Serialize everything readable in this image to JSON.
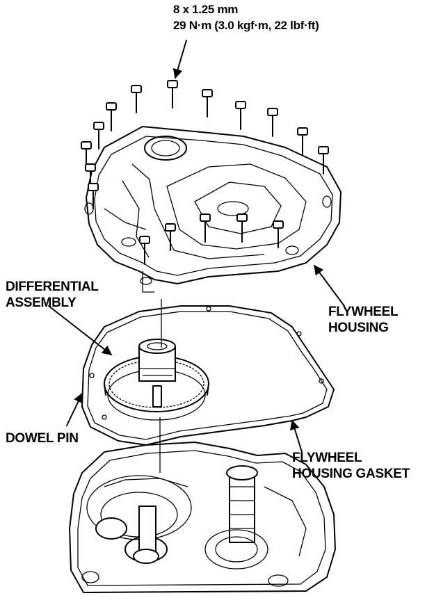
{
  "labels": {
    "bolt_size": "8 x 1.25 mm",
    "torque": "29 N·m (3.0 kgf·m, 22 lbf·ft)",
    "differential_line1": "DIFFERENTIAL",
    "differential_line2": "ASSEMBLY",
    "flywheel_housing_line1": "FLYWHEEL",
    "flywheel_housing_line2": "HOUSING",
    "dowel_pin": "DOWEL PIN",
    "gasket_line1": "FLYWHEEL",
    "gasket_line2": "HOUSING GASKET"
  }
}
